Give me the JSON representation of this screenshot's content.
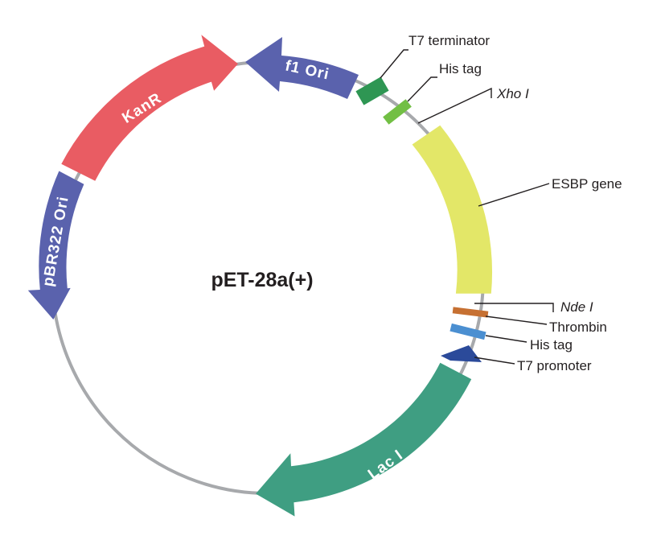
{
  "map": {
    "title": "pET-28a(+)",
    "backbone_color": "#a7a9ac",
    "features": [
      {
        "id": "lac-i",
        "label": "Lac I",
        "color": "#3f9e82",
        "shape": "arrow"
      },
      {
        "id": "pbr322-ori",
        "label": "pBR322 Ori",
        "color": "#5a62ad",
        "shape": "arrow"
      },
      {
        "id": "kanr",
        "label": "KanR",
        "color": "#e95c63",
        "shape": "arrow"
      },
      {
        "id": "f1-ori",
        "label": "f1 Ori",
        "color": "#5a62ad",
        "shape": "arrow"
      },
      {
        "id": "t7-terminator-box",
        "label": "",
        "color": "#2e9653",
        "shape": "box"
      },
      {
        "id": "his-tag-box-top",
        "label": "",
        "color": "#72bf44",
        "shape": "box"
      },
      {
        "id": "esbp-gene-box",
        "label": "",
        "color": "#e3e768",
        "shape": "box"
      },
      {
        "id": "thrombin-box",
        "label": "",
        "color": "#c67032",
        "shape": "box"
      },
      {
        "id": "his-tag-box-bottom",
        "label": "",
        "color": "#4b8fd1",
        "shape": "box"
      },
      {
        "id": "t7-promoter-arrow",
        "label": "",
        "color": "#2b4a9a",
        "shape": "arrow"
      }
    ],
    "callouts": [
      {
        "id": "t7-terminator",
        "text": "T7 terminator",
        "italic": false
      },
      {
        "id": "his-tag-top",
        "text": "His tag",
        "italic": false
      },
      {
        "id": "xho-i",
        "text": "Xho I",
        "italic": true
      },
      {
        "id": "esbp-gene",
        "text": "ESBP gene",
        "italic": false
      },
      {
        "id": "nde-i",
        "text": "Nde I",
        "italic": true
      },
      {
        "id": "thrombin",
        "text": "Thrombin",
        "italic": false
      },
      {
        "id": "his-tag-bottom",
        "text": "His tag",
        "italic": false
      },
      {
        "id": "t7-promoter",
        "text": "T7 promoter",
        "italic": false
      }
    ]
  }
}
